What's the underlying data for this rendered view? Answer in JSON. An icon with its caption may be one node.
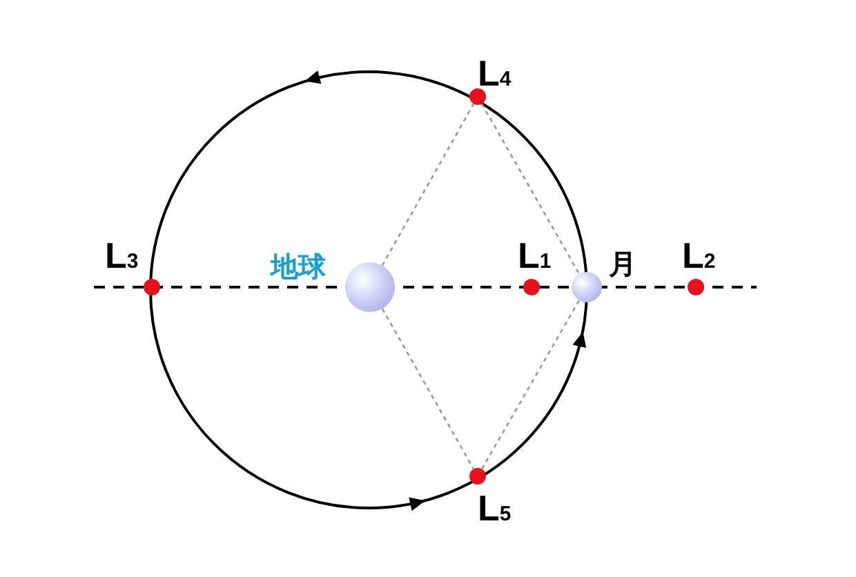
{
  "diagram": {
    "nodes": [
      {
        "text": [],
        "shape": "circle",
        "beside": [
          "地球"
        ]
      },
      {
        "text": [],
        "shape": "circle",
        "beside": [
          "月"
        ]
      },
      {
        "text": [],
        "shape": "circle",
        "beside": [
          "L$_{1}$"
        ]
      },
      {
        "text": [],
        "shape": "circle",
        "beside": [
          "L$_{2}$"
        ]
      },
      {
        "text": [],
        "shape": "circle",
        "beside": [
          "L$_{3}$"
        ]
      },
      {
        "text": [],
        "shape": "circle",
        "beside": [
          "L$_{4}$"
        ]
      },
      {
        "text": [],
        "shape": "circle",
        "beside": [
          "L$_{5}$"
        ]
      }
    ],
    "edges": [
      {
        "from": 0,
        "to": 5,
        "arrow": "none",
        "style": "dashed"
      },
      {
        "from": 5,
        "to": 1,
        "arrow": "none",
        "style": "dashed"
      },
      {
        "from": 0,
        "to": 6,
        "arrow": "none",
        "style": "dashed"
      },
      {
        "from": 6,
        "to": 1,
        "arrow": "none",
        "style": "dashed"
      }
    ]
  }
}
